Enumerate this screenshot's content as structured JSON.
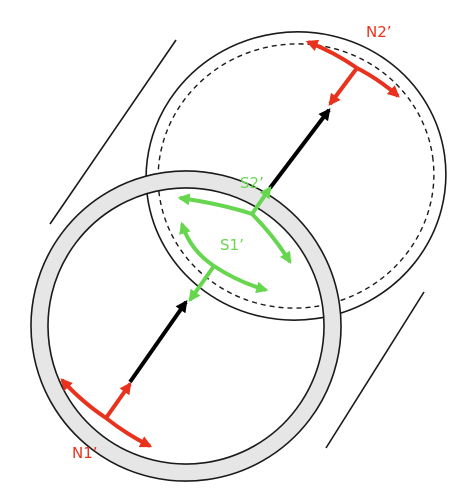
{
  "labels": {
    "n1": "N1’",
    "n2": "N2’",
    "s1": "S1’",
    "s2": "S2’"
  },
  "colors": {
    "north": "#e8321e",
    "south": "#66d64f",
    "axis": "#000000",
    "ring_fill": "#e6e6e6",
    "outline": "#1a1a1a"
  }
}
